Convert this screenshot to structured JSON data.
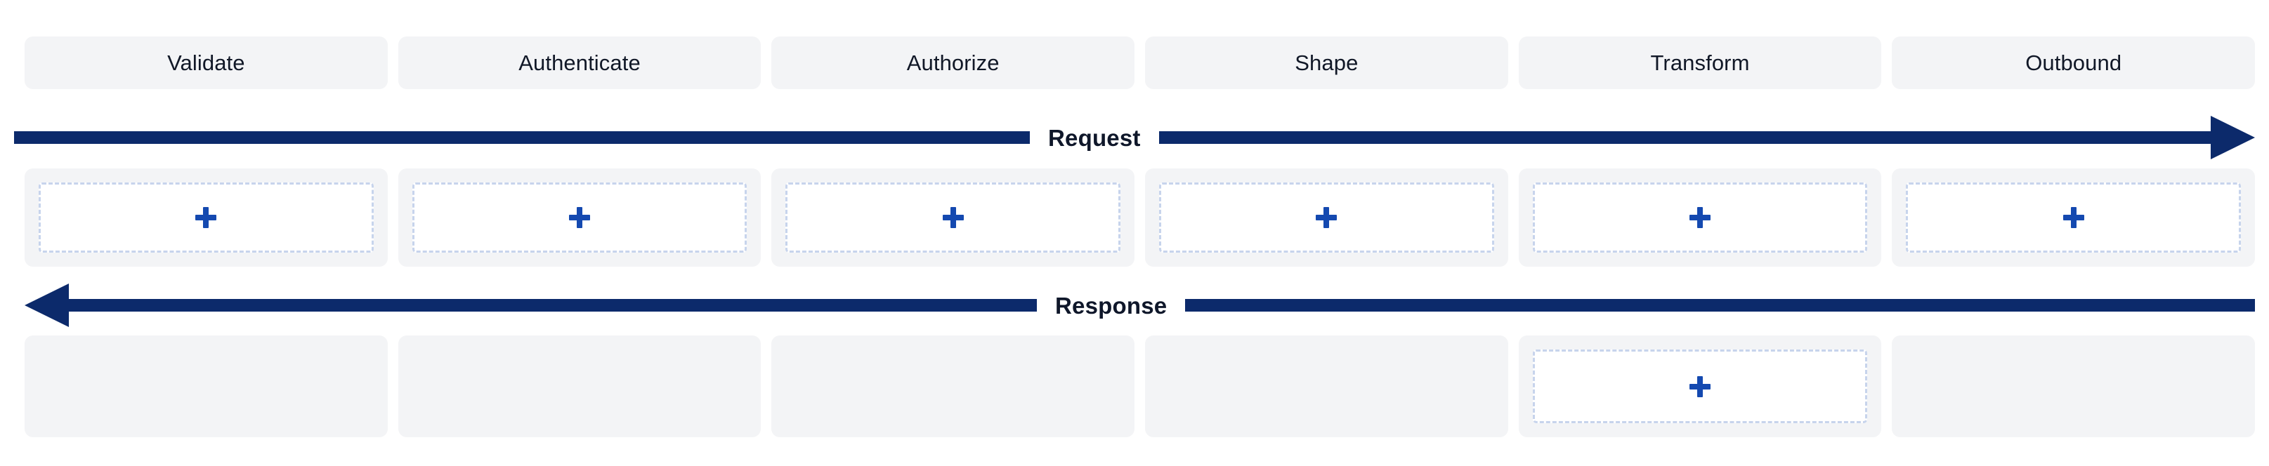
{
  "pipeline": {
    "stages": [
      {
        "id": "validate",
        "label": "Validate"
      },
      {
        "id": "authenticate",
        "label": "Authenticate"
      },
      {
        "id": "authorize",
        "label": "Authorize"
      },
      {
        "id": "shape",
        "label": "Shape"
      },
      {
        "id": "transform",
        "label": "Transform"
      },
      {
        "id": "outbound",
        "label": "Outbound"
      }
    ],
    "request_flow": {
      "label": "Request",
      "direction": "left-to-right",
      "arrow_icon": "arrow-right-icon"
    },
    "response_flow": {
      "label": "Response",
      "direction": "right-to-left",
      "arrow_icon": "arrow-left-icon"
    },
    "request_slots": [
      {
        "stage": "validate",
        "state": "dropzone",
        "add_icon": "plus-icon"
      },
      {
        "stage": "authenticate",
        "state": "dropzone",
        "add_icon": "plus-icon"
      },
      {
        "stage": "authorize",
        "state": "dropzone",
        "add_icon": "plus-icon"
      },
      {
        "stage": "shape",
        "state": "dropzone",
        "add_icon": "plus-icon"
      },
      {
        "stage": "transform",
        "state": "dropzone",
        "add_icon": "plus-icon"
      },
      {
        "stage": "outbound",
        "state": "dropzone",
        "add_icon": "plus-icon"
      }
    ],
    "response_slots": [
      {
        "stage": "validate",
        "state": "empty",
        "add_icon": ""
      },
      {
        "stage": "authenticate",
        "state": "empty",
        "add_icon": ""
      },
      {
        "stage": "authorize",
        "state": "empty",
        "add_icon": ""
      },
      {
        "stage": "shape",
        "state": "empty",
        "add_icon": ""
      },
      {
        "stage": "transform",
        "state": "dropzone",
        "add_icon": "plus-icon"
      },
      {
        "stage": "outbound",
        "state": "empty",
        "add_icon": ""
      }
    ]
  },
  "colors": {
    "arrow": "#0c2a6b",
    "accent_plus": "#1449b0",
    "chip_background": "#f3f4f6",
    "dashed_border": "#c7d4ec",
    "text": "#111827",
    "label_text": "#0f172a"
  }
}
